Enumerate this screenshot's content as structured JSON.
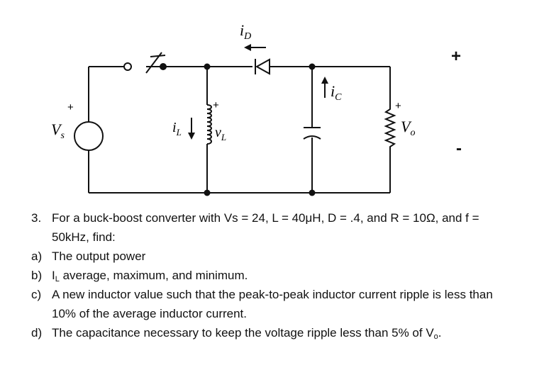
{
  "circuit": {
    "labels": {
      "i_D": "i",
      "i_D_sub": "D",
      "i_C": "i",
      "i_C_sub": "C",
      "i_L": "i",
      "i_L_sub": "L",
      "v_L": "v",
      "v_L_sub": "L",
      "V_s": "V",
      "V_s_sub": "s",
      "V_o": "V",
      "V_o_sub": "o",
      "plus": "+",
      "minus": "-"
    }
  },
  "output_polarity": {
    "plus": "+",
    "minus": "-"
  },
  "problem": {
    "number": "3.",
    "line1": "For a buck-boost converter with Vs = 24, L = 40μH, D = .4, and R = 10Ω, and f =",
    "line2": "50kHz, find:",
    "items": [
      {
        "marker": "a)",
        "lines": [
          "The output power"
        ]
      },
      {
        "marker": "b)",
        "lines": [
          "I",
          "L",
          " average, maximum, and minimum."
        ]
      },
      {
        "marker": "c)",
        "lines": [
          "A new inductor value such that the peak-to-peak inductor current ripple is less than",
          "10% of the average inductor current."
        ]
      },
      {
        "marker": "d)",
        "lines": [
          "The capacitance necessary to keep the voltage ripple less than 5% of V",
          "o",
          "."
        ]
      }
    ]
  }
}
